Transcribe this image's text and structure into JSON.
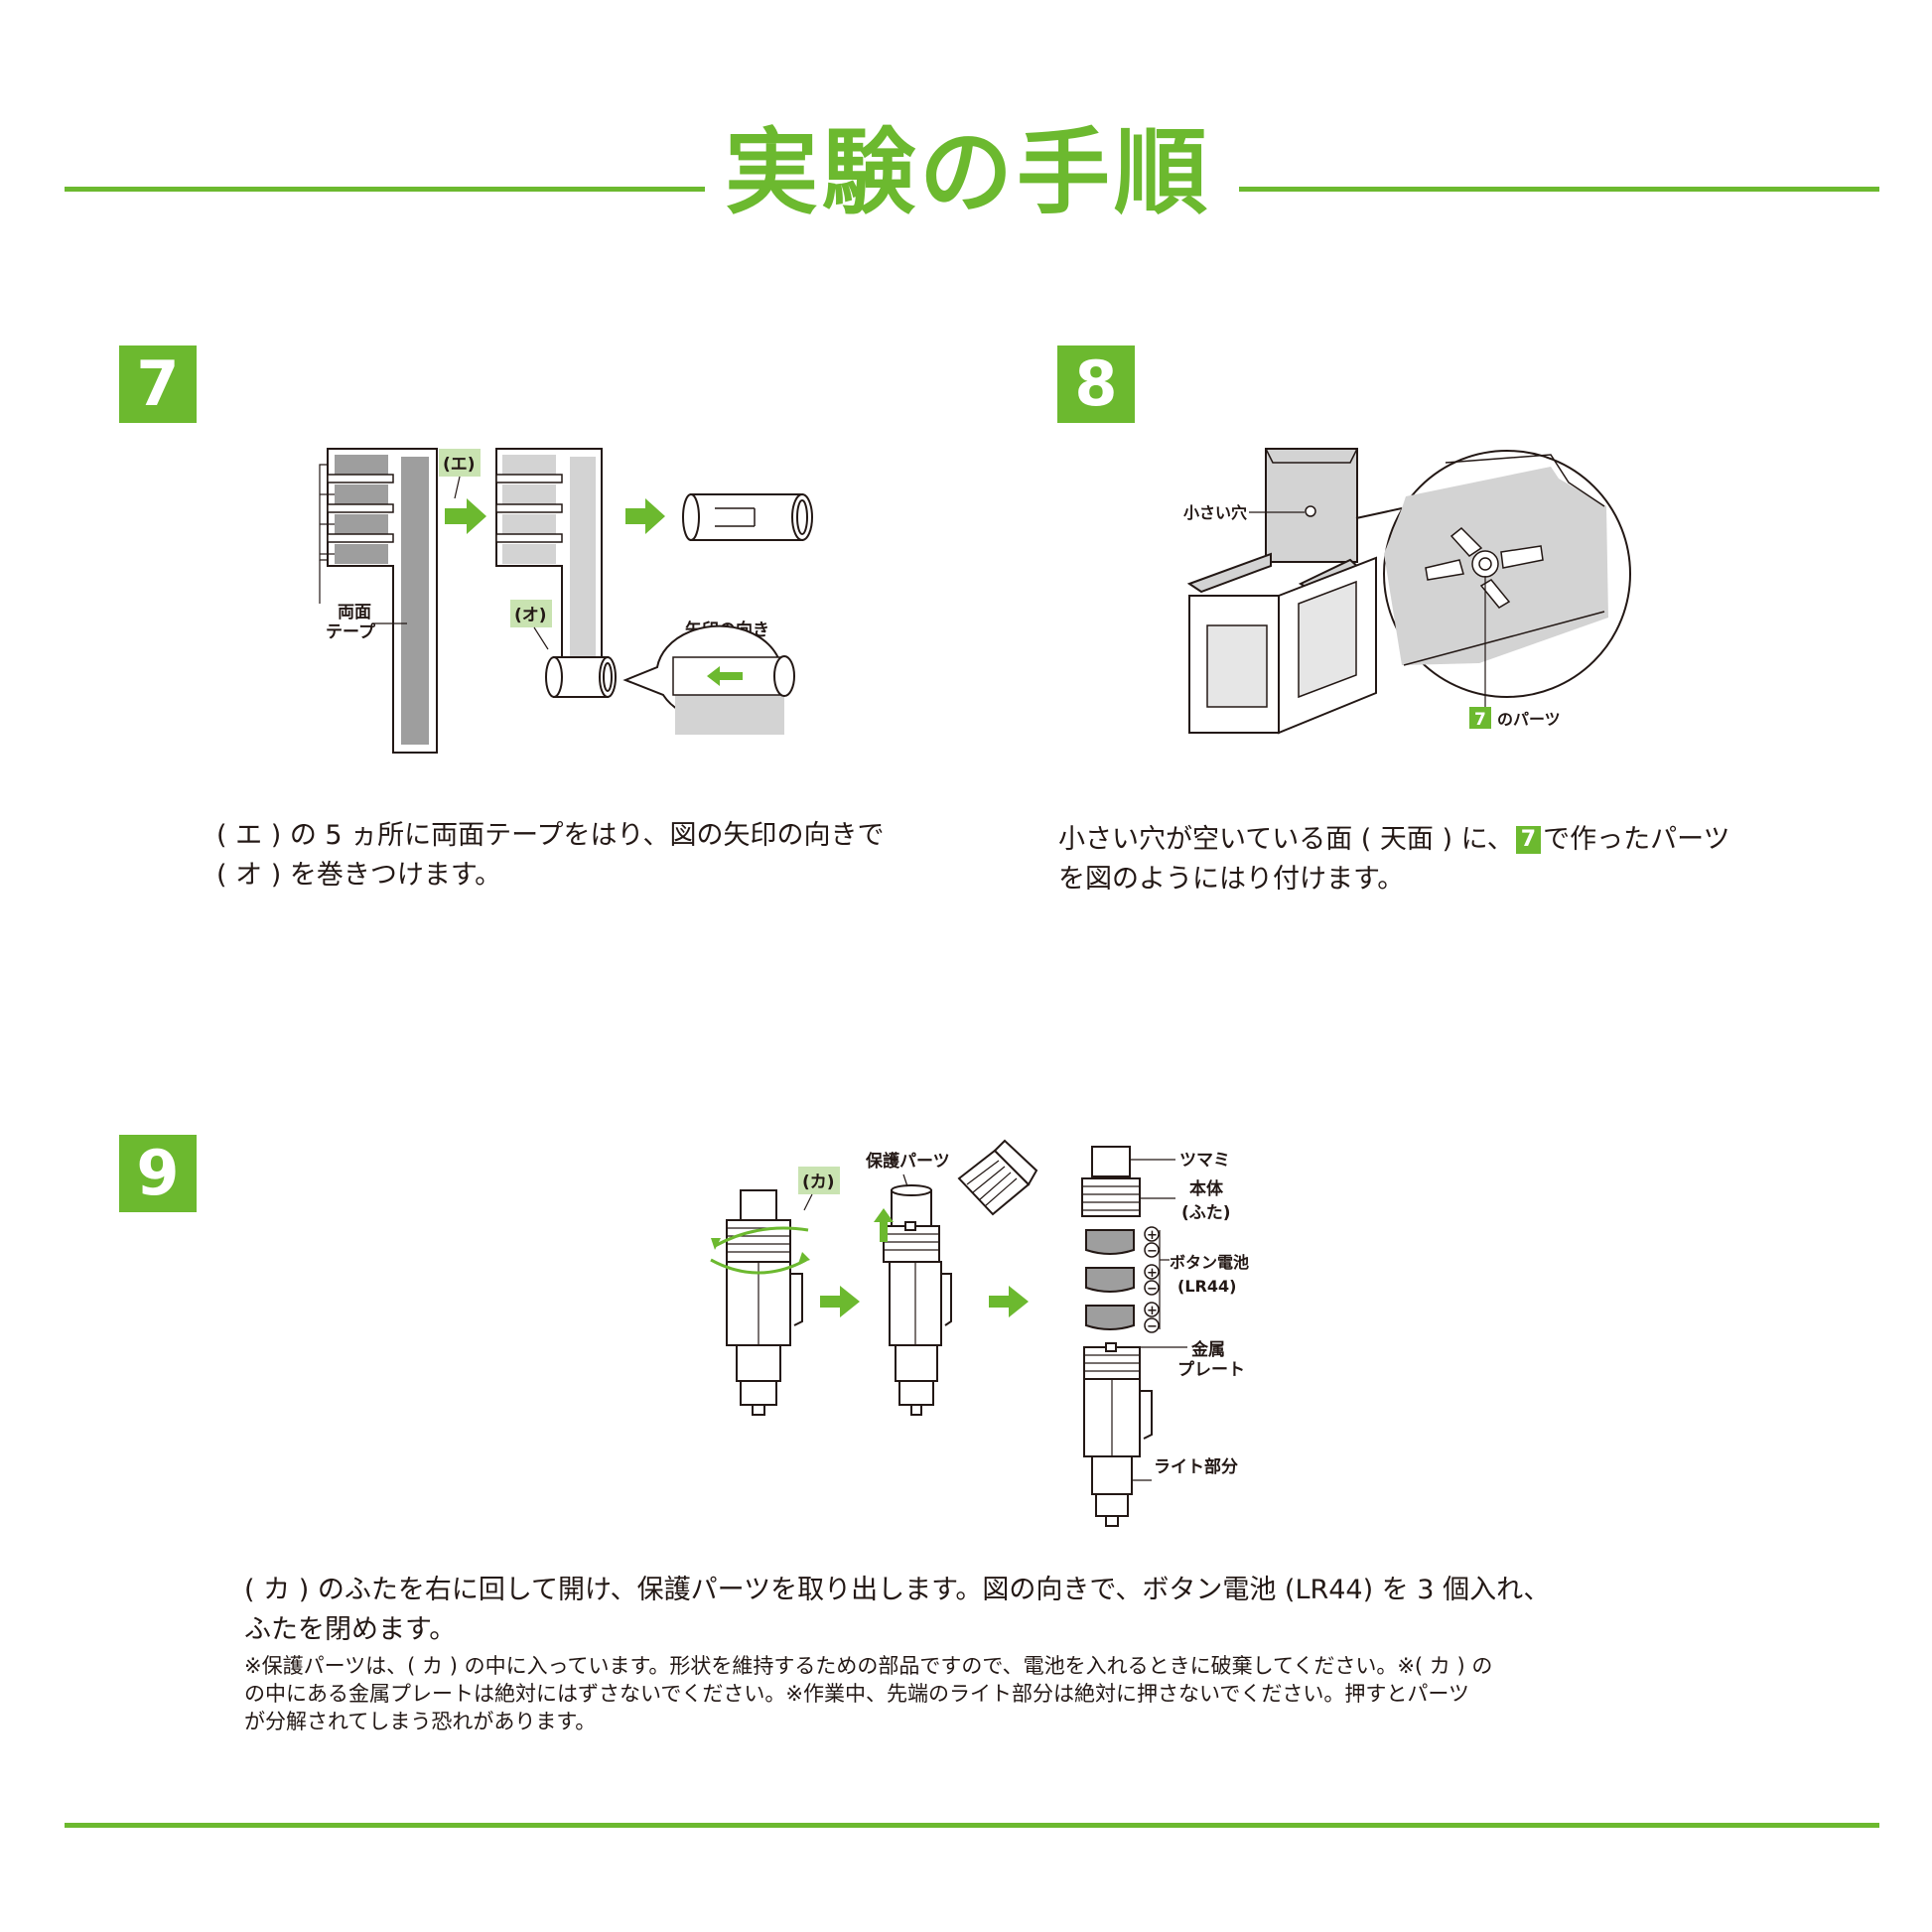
{
  "page": {
    "title": "実験の手順",
    "accent_color": "#6cb92f"
  },
  "steps": [
    {
      "number": "7",
      "labels": {
        "e": "(エ)",
        "o": "(オ)",
        "tape_line1": "両面",
        "tape_line2": "テープ",
        "arrow_dir": "矢印の向き"
      },
      "caption_line1": "( エ ) の 5 ヵ所に両面テープをはり、図の矢印の向きで",
      "caption_line2": "( オ ) を巻きつけます。"
    },
    {
      "number": "8",
      "labels": {
        "small_hole": "小さい穴",
        "part_ref_num": "7",
        "part_ref_text": "のパーツ"
      },
      "caption_line1_a": "小さい穴が空いている面 ( 天面 ) に、",
      "caption_badge": "7",
      "caption_line1_b": "で作ったパーツ",
      "caption_line2": "を図のようにはり付けます。"
    },
    {
      "number": "9",
      "labels": {
        "ka": "(カ)",
        "protect": "保護パーツ",
        "knob": "ツマミ",
        "body_line1": "本体",
        "body_line2": "(ふた)",
        "battery_line1": "ボタン電池",
        "battery_line2": "(LR44)",
        "plate_line1": "金属",
        "plate_line2": "プレート",
        "light": "ライト部分",
        "plus": "+",
        "minus": "−"
      },
      "caption_line1": "( カ ) のふたを右に回して開け、保護パーツを取り出します。図の向きで、ボタン電池 (LR44) を 3 個入れ、",
      "caption_line2": "ふたを閉めます。",
      "note_line1": "※保護パーツは、( カ ) の中に入っています。形状を維持するための部品ですので、電池を入れるときに破棄してください。※( カ ) の",
      "note_line2": "の中にある金属プレートは絶対にはずさないでください。※作業中、先端のライト部分は絶対に押さないでください。押すとパーツ",
      "note_line3": "が分解されてしまう恐れがあります。"
    }
  ]
}
